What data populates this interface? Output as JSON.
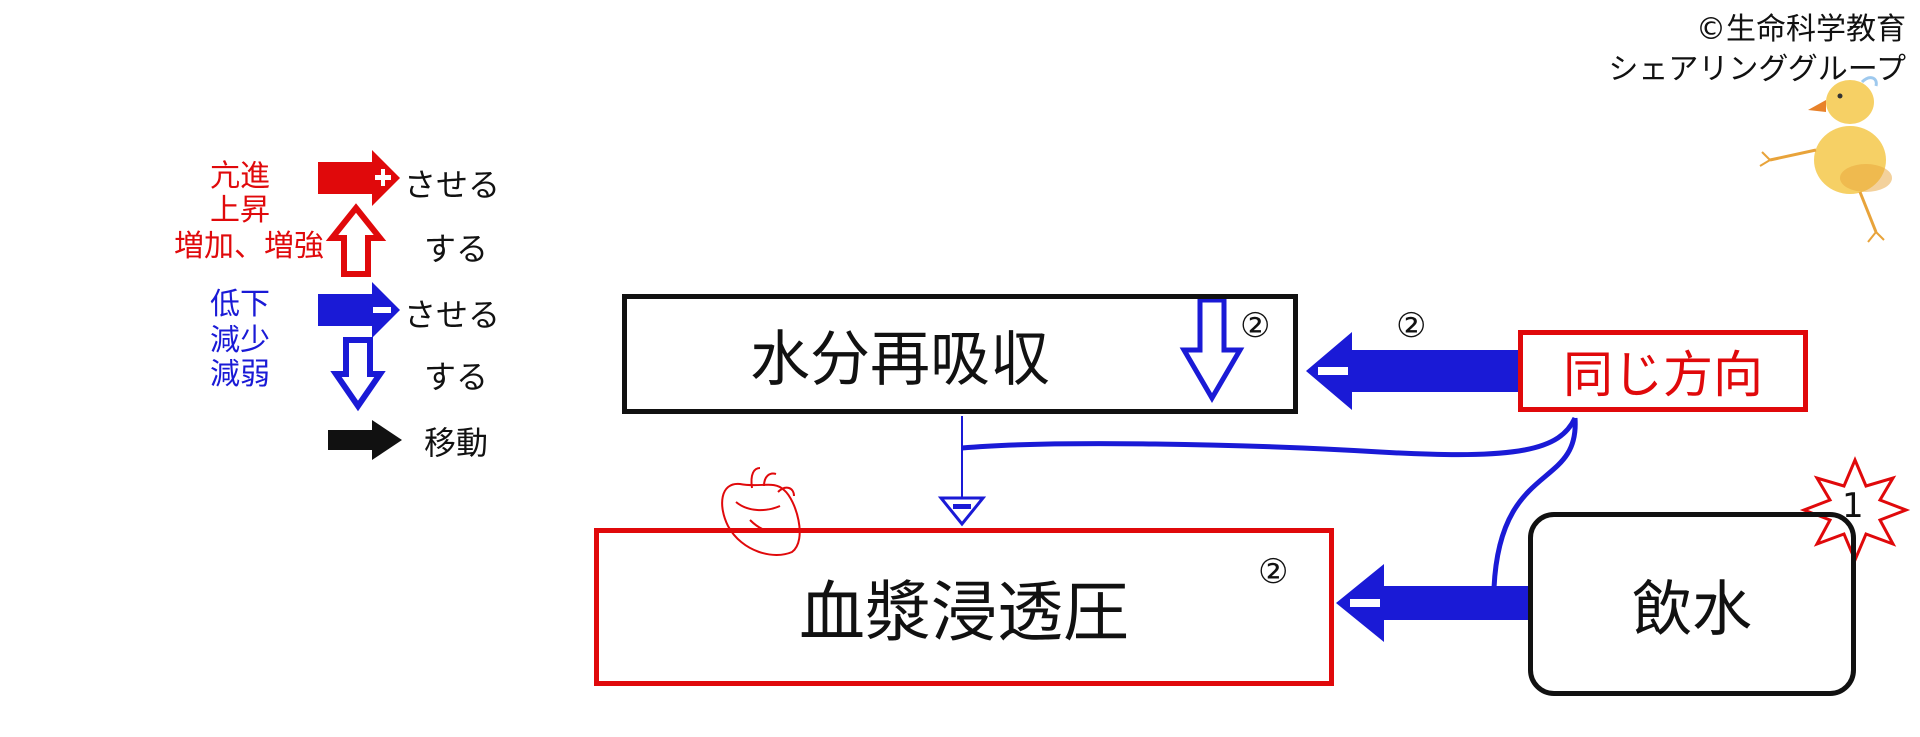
{
  "credit": {
    "line1": "©生命科学教育",
    "line2": "シェアリンググループ"
  },
  "legend": {
    "increase_words": [
      "亢進",
      "上昇",
      "増加、増強"
    ],
    "decrease_words": [
      "低下",
      "減少",
      "減弱"
    ],
    "suffix_cause": "させる",
    "suffix_do": "する",
    "move_label": "移動"
  },
  "nodes": {
    "reabsorption": "水分再吸収",
    "plasma_osmolality": "血漿浸透圧",
    "same_direction": "同じ方向",
    "drinking": "飲水"
  },
  "markers": {
    "step2": "②",
    "burst_number": "1"
  },
  "colors": {
    "red": "#e0090b",
    "blue": "#1a1ad6",
    "black": "#111111"
  }
}
